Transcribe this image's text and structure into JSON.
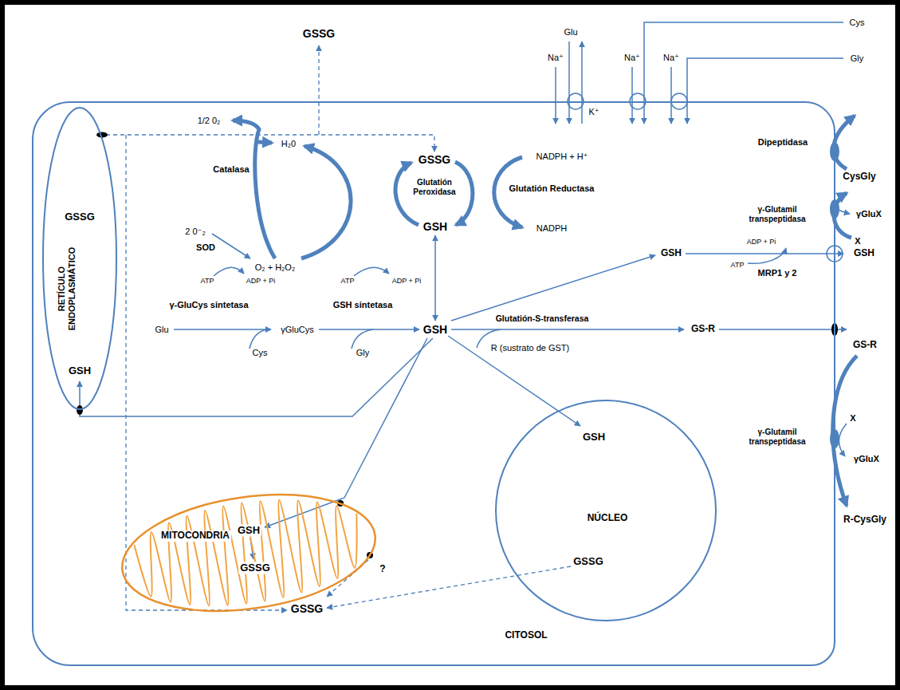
{
  "diagram": {
    "nodes": [
      {
        "text": [
          "CITOSOL"
        ]
      },
      {
        "text": [
          "RETÍCULO ENDOPLASMÁTICO",
          "GSSG",
          "GSH"
        ],
        "in": 0
      },
      {
        "text": [
          "MITOCONDRIA",
          "GSH",
          "GSSG"
        ],
        "in": 0
      },
      {
        "text": [
          "GSH",
          "NÚCLEO",
          "GSSG"
        ],
        "in": 0
      }
    ],
    "labels": [
      "GSSG",
      "Glu",
      "Cys",
      "Na⁺",
      "Na⁺",
      "Na⁺",
      "Gly",
      "K⁺",
      "Dipeptidasa",
      "CysGly",
      "γ-Glutamil transpeptidasa",
      "γGluX",
      "X",
      "ADP + Pi",
      "ATP",
      "MRP1 y 2",
      "GSH",
      "1/2 0₂",
      "H₂0",
      "Catalasa",
      "GSSG",
      "NADPH + H⁺",
      "Glutatión Peroxidasa",
      "Glutatión Reductasa",
      "GSH",
      "NADPH",
      "2 0⁻₂",
      "SOD",
      "O₂ + H₂O₂",
      "ATP",
      "ADP + Pi",
      "ATP",
      "ADP + Pi",
      "γ-GluCys sintetasa",
      "GSH sintetasa",
      "Glutatión-S-transferasa",
      "Glu",
      "γGluCys",
      "GSH",
      "GS-R",
      "Cys",
      "Gly",
      "R (sustrato de GST)",
      "GSH",
      "GS-R",
      "X",
      "γ-Glutamil transpeptidasa",
      "γGluX",
      "R-CysGly",
      "?",
      "GSSG"
    ]
  }
}
